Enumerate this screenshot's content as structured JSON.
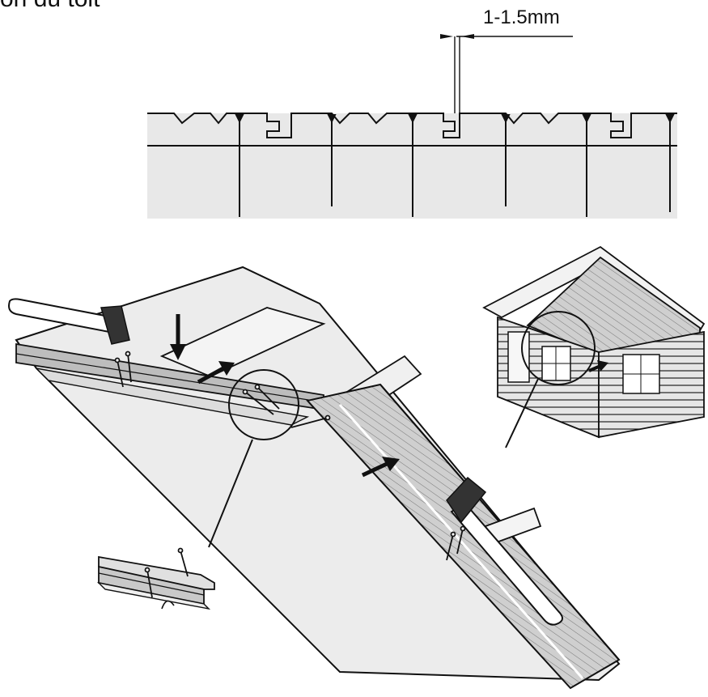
{
  "heading_fragment": "on du toit",
  "dimension": {
    "label": "1-1.5mm"
  },
  "illustrations": {
    "board_profile": "board-joint-section",
    "roof_assembly": "roof-board-installation",
    "cabin": "log-cabin",
    "board_detail": "board-nail-detail"
  },
  "colors": {
    "line": "#111111",
    "wood_fill": "#e4e4e4",
    "board_fill": "#c8c8c8",
    "dark_fill": "#555555"
  }
}
